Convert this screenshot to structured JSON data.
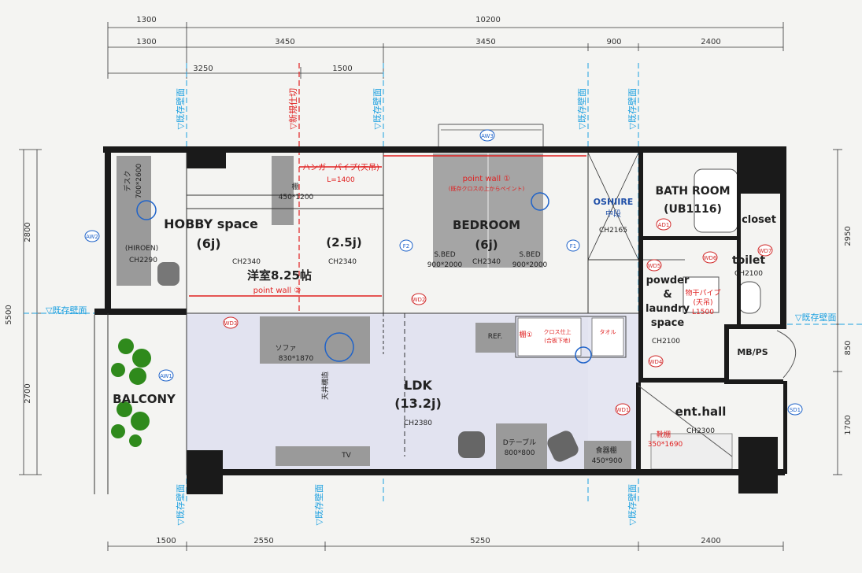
{
  "dimensions": {
    "top_row1": [
      "1300",
      "10200"
    ],
    "top_row2": [
      "1300",
      "3450",
      "3450",
      "900",
      "2400"
    ],
    "top_row3": [
      "3250",
      "1500"
    ],
    "bottom": [
      "1500",
      "2550",
      "5250",
      "2400"
    ],
    "left_total": "5500",
    "left_parts": [
      "2800",
      "2700"
    ],
    "right_parts": [
      "2950",
      "850",
      "1700"
    ]
  },
  "existing_wall_label": "▽既存壁面",
  "new_partition_label": "▽新規仕切",
  "rooms": {
    "hobby": {
      "name": "HOBBY space",
      "size": "(6j)",
      "ceiling": "CH2340"
    },
    "hiroen": {
      "name": "(HIROEN)",
      "ceiling": "CH2290"
    },
    "mini": {
      "size": "(2.5j)",
      "ceiling": "CH2340"
    },
    "western": {
      "label": "洋室8.25帖"
    },
    "bedroom": {
      "name": "BEDROOM",
      "size": "(6j)",
      "ceiling": "CH2340"
    },
    "oshiire": {
      "name": "OSHIIRE",
      "sub": "中段",
      "ceiling": "CH2165"
    },
    "bath": {
      "name": "BATH ROOM",
      "model": "(UB1116)"
    },
    "closet": {
      "name": "closet"
    },
    "toilet": {
      "name": "toilet",
      "ceiling": "CH2100"
    },
    "powder": {
      "line1": "powder",
      "line2": "&",
      "line3": "laundry",
      "line4": "space",
      "ceiling": "CH2100"
    },
    "mbps": {
      "name": "MB/PS"
    },
    "ldk": {
      "name": "LDK",
      "size": "(13.2j)",
      "ceiling": "CH2380"
    },
    "enthall": {
      "name": "ent.hall",
      "ceiling": "CH2300"
    },
    "balcony": {
      "name": "BALCONY"
    }
  },
  "furniture": {
    "desk_label": "デスク",
    "desk_size": "700*2600",
    "shelf_label": "棚",
    "shelf_size": "450*1200",
    "pipe_label": "ハンガーパイプ(天吊)",
    "pipe_size": "L=1400",
    "sbed_label": "S.BED",
    "sbed_size": "900*2000",
    "sofa_label": "ソファ",
    "sofa_size": "830*1870",
    "ref_label": "REF.",
    "table_label": "Dテーブル",
    "table_size": "800*800",
    "dish_label": "食器棚",
    "dish_size": "450*900",
    "tv_label": "TV",
    "shoe_label": "靴棚",
    "shoe_size": "350*1690",
    "dry_pipe_1": "物干パイプ",
    "dry_pipe_2": "(天吊)",
    "dry_pipe_3": "L1500",
    "shelf1_label": "棚①",
    "cross_note_1": "クロス仕上",
    "cross_note_2": "(合板下地)",
    "towel_label": "タオル",
    "ceiling_lg": "天井構造"
  },
  "notes": {
    "point_wall_1": "point wall ①",
    "point_wall_1_note": "(既存クロスの上からペイント)",
    "point_wall_2": "point wall ②"
  },
  "tags": {
    "aw1": "AW1",
    "aw2": "AW2",
    "aw3": "AW3",
    "ad1": "AD1",
    "f1": "F1",
    "f2": "F2",
    "sd1": "SD1",
    "wd1": "WD1",
    "wd2": "WD2",
    "wd3": "WD3",
    "wd4": "WD4",
    "wd5": "WD5",
    "wd6": "WD6",
    "wd7": "WD7"
  },
  "colors": {
    "wall": "#1a1a1a",
    "furniture": "#999999",
    "ldk_floor": "#e5e6f2",
    "existing": "#1a9fe0",
    "partition": "#e02020"
  }
}
